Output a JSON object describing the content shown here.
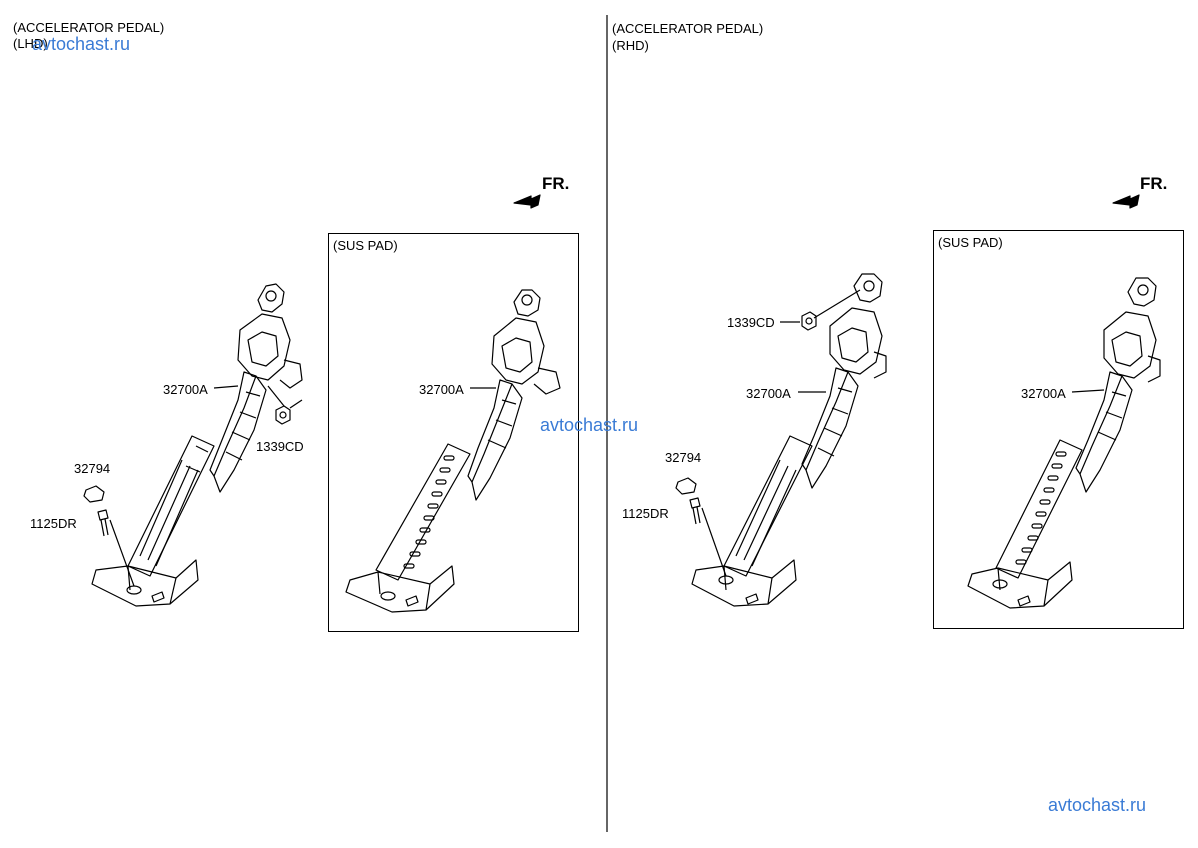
{
  "left": {
    "title": "(ACCELERATOR PEDAL)",
    "subtitle": "(LHD)",
    "fr": "FR.",
    "box_label": "(SUS PAD)",
    "parts": {
      "pedal": "32700A",
      "nut": "1339CD",
      "stopper": "32794",
      "bolt": "1125DR",
      "pad_pedal": "32700A"
    }
  },
  "right": {
    "title": "(ACCELERATOR PEDAL)",
    "subtitle": "(RHD)",
    "fr": "FR.",
    "box_label": "(SUS PAD)",
    "parts": {
      "nut": "1339CD",
      "pedal": "32700A",
      "stopper": "32794",
      "bolt": "1125DR",
      "pad_pedal": "32700A"
    }
  },
  "watermarks": [
    "avtochast.ru",
    "avtochast.ru",
    "avtochast.ru"
  ]
}
